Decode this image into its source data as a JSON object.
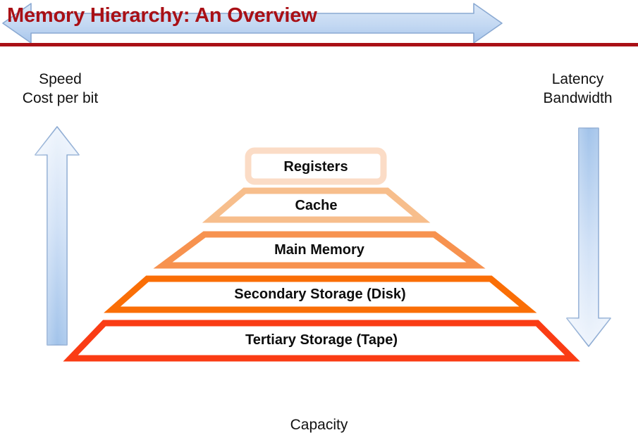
{
  "slide": {
    "title": "Memory Hierarchy: An Overview",
    "title_color": "#A91016",
    "background": "#ffffff"
  },
  "captions": {
    "left": {
      "line1": "Speed",
      "line2": "Cost per bit"
    },
    "right": {
      "line1": "Latency",
      "line2": "Bandwidth"
    },
    "bottom": "Capacity"
  },
  "arrows": {
    "left": {
      "name": "up-arrow",
      "direction": "up",
      "color_top": "#e8f0fb",
      "color_bottom": "#9cc0ea",
      "stroke": "#8fadd4"
    },
    "right": {
      "name": "down-arrow",
      "direction": "down",
      "color_top": "#9cc0ea",
      "color_bottom": "#e8f0fb",
      "stroke": "#8fadd4"
    },
    "bottom": {
      "name": "double-arrow",
      "direction": "left-right",
      "color_top": "#cddff5",
      "color_bottom": "#b0ccee",
      "stroke": "#8fadd4"
    }
  },
  "chart_data": {
    "type": "diagram",
    "title": "Memory Hierarchy: An Overview",
    "shape": "pyramid",
    "levels": [
      {
        "label": "Registers",
        "rank": 1,
        "color": "#FBDCC6",
        "shape": "rounded-rect"
      },
      {
        "label": "Cache",
        "rank": 2,
        "color": "#F7BE8C",
        "shape": "trapezoid"
      },
      {
        "label": "Main Memory",
        "rank": 3,
        "color": "#F7924F",
        "shape": "trapezoid"
      },
      {
        "label": "Secondary Storage (Disk)",
        "rank": 4,
        "color": "#FA6E06",
        "shape": "trapezoid"
      },
      {
        "label": "Tertiary Storage (Tape)",
        "rank": 5,
        "color": "#FA3C14",
        "shape": "trapezoid"
      }
    ],
    "axis_annotations": {
      "left_upward": [
        "Speed",
        "Cost per bit"
      ],
      "right_downward": [
        "Latency",
        "Bandwidth"
      ],
      "bottom_bidirectional": "Capacity"
    }
  }
}
